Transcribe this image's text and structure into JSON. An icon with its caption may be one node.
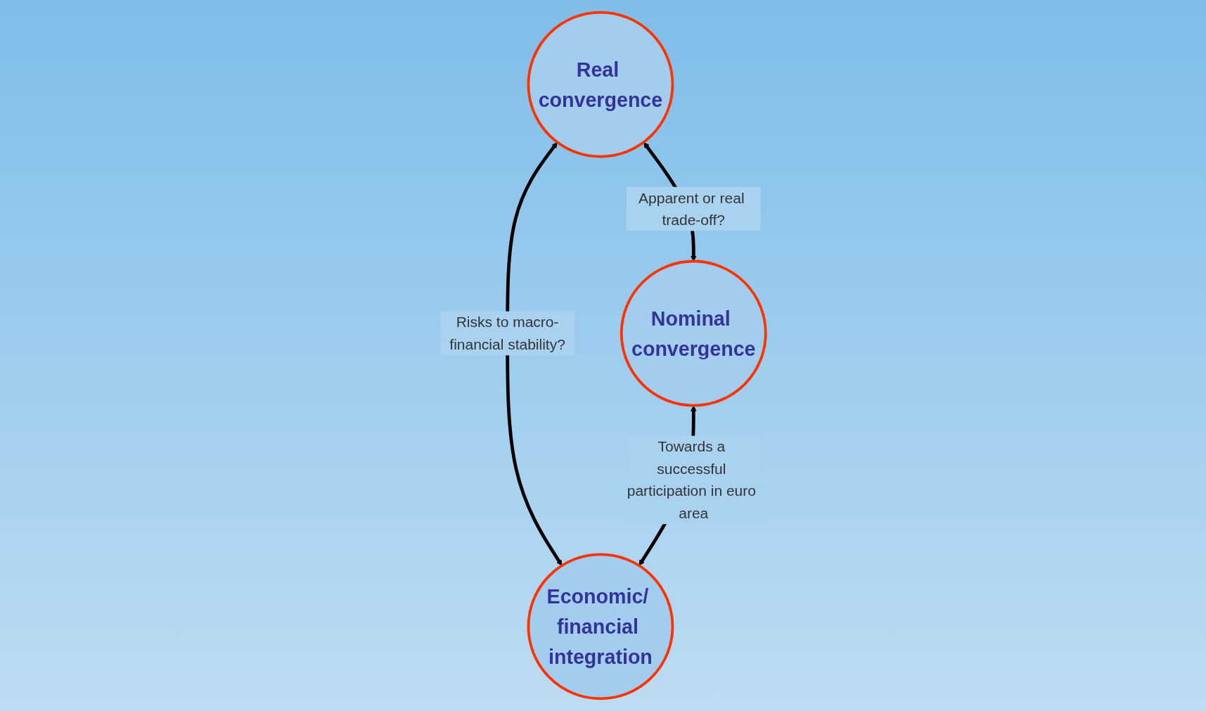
{
  "diagram": {
    "nodes": [
      {
        "text": [
          "Real convergence"
        ]
      },
      {
        "text": [
          "Nominal convergence"
        ]
      },
      {
        "text": [
          "Economic/ financial integration"
        ]
      }
    ],
    "edges": [
      {
        "from": 0,
        "to": 1,
        "arrow": "both",
        "label": "Apparent or real trade-off?"
      },
      {
        "from": 0,
        "to": 2,
        "arrow": "both",
        "label": "Risks to macro-financial stability?"
      },
      {
        "from": 1,
        "to": 2,
        "arrow": "both",
        "label": "Towards a successful participation in euro area"
      }
    ]
  }
}
